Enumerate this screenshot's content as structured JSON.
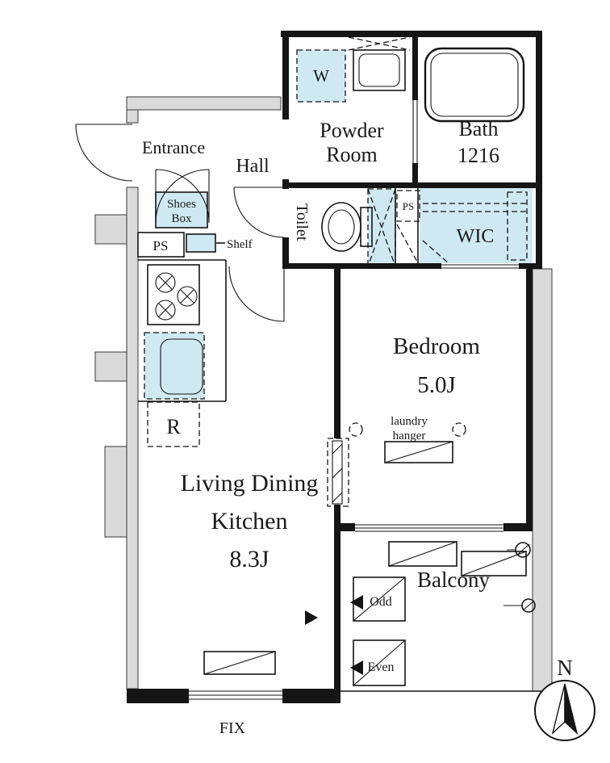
{
  "plan": {
    "rooms": {
      "entrance": "Entrance",
      "hall": "Hall",
      "powder_line1": "Powder",
      "powder_line2": "Room",
      "bath": "Bath",
      "bath_size": "1216",
      "toilet": "Toilet",
      "wic": "WIC",
      "bedroom": "Bedroom",
      "bedroom_size": "5.0J",
      "ldk_line1": "Living Dining",
      "ldk_line2": "Kitchen",
      "ldk_size": "8.3J",
      "balcony": "Balcony"
    },
    "fixtures": {
      "washer": "W",
      "fridge": "R",
      "shoes_line1": "Shoes",
      "shoes_line2": "Box",
      "shelf": "Shelf",
      "ps_left": "PS",
      "ps_right": "PS",
      "laundry_line1": "laundry",
      "laundry_line2": "hanger",
      "odd": "Odd",
      "even": "Even",
      "fix": "FIX"
    },
    "compass": {
      "north": "N"
    },
    "colors": {
      "wet_area": "#cfe9f3",
      "wall_gray": "#dadada",
      "line": "#151515"
    }
  }
}
